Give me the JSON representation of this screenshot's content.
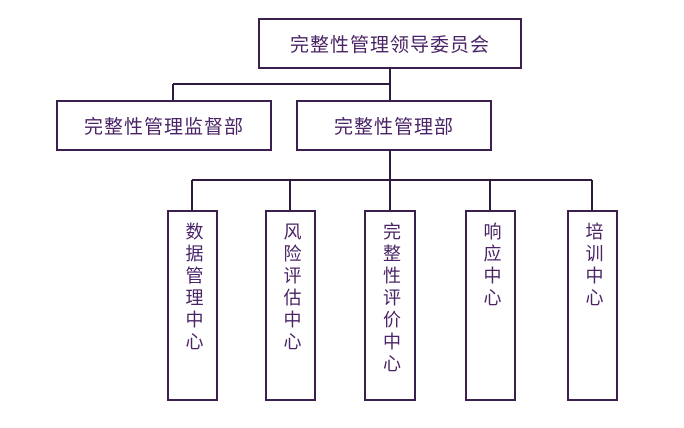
{
  "org_chart": {
    "root": {
      "label": "完整性管理领导委员会"
    },
    "level2": [
      {
        "label": "完整性管理监督部"
      },
      {
        "label": "完整性管理部"
      }
    ],
    "centers": [
      {
        "label": "数据管理中心"
      },
      {
        "label": "风险评估中心"
      },
      {
        "label": "完整性评价中心"
      },
      {
        "label": "响应中心"
      },
      {
        "label": "培训中心"
      }
    ]
  },
  "colors": {
    "border": "#3b1f4f",
    "text": "#4a2466",
    "connector": "#2e1a3c"
  }
}
